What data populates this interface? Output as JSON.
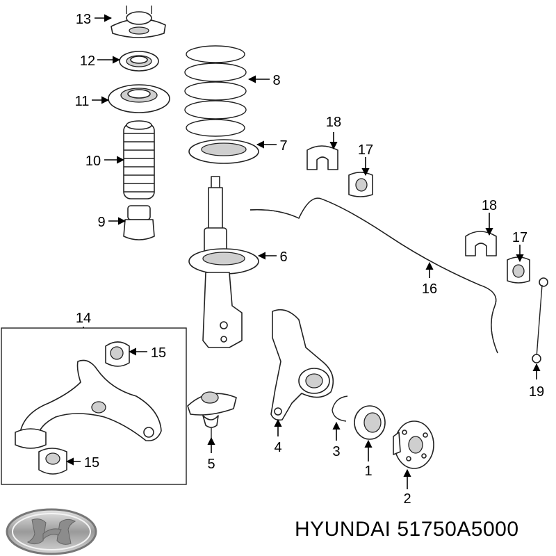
{
  "caption": "HYUNDAI 51750A5000",
  "brand_logo": "hyundai-logo",
  "callouts": {
    "c1": "1",
    "c2": "2",
    "c3": "3",
    "c4": "4",
    "c5": "5",
    "c6": "6",
    "c7": "7",
    "c8": "8",
    "c9": "9",
    "c10": "10",
    "c11": "11",
    "c12": "12",
    "c13": "13",
    "c14": "14",
    "c15a": "15",
    "c15b": "15",
    "c16": "16",
    "c17a": "17",
    "c17b": "17",
    "c18a": "18",
    "c18b": "18",
    "c19": "19"
  }
}
